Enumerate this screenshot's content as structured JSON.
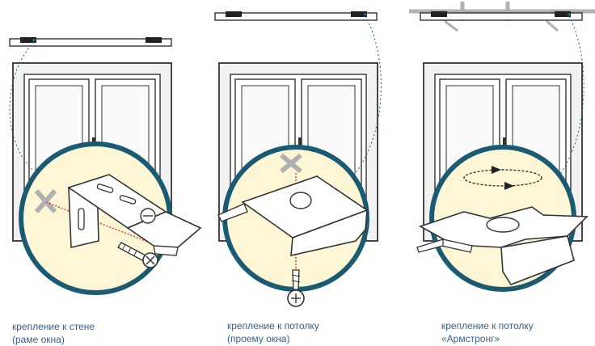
{
  "panels": [
    {
      "id": "wall",
      "caption": [
        "крепление к стене",
        "(раме окна)"
      ]
    },
    {
      "id": "ceiling",
      "caption": [
        "крепление к потолку",
        "(проему окна)"
      ]
    },
    {
      "id": "armstrong",
      "caption": [
        "крепление к потолку",
        "«Армстронг»"
      ]
    }
  ],
  "colors": {
    "outline": "#333333",
    "frame_fill": "#f2f2f2",
    "circle_ring": "#1a5a73",
    "circle_fill": "#fdf7d6",
    "guide_line": "#1a5a73",
    "marker_red": "#e0353c",
    "x_mark": "#b0b0b0",
    "caption_text": "#3a5f8f"
  },
  "icons": [
    "window-icon",
    "rail-icon",
    "bracket-icon",
    "screw-icon",
    "x-mark-icon",
    "rotation-arrow-icon"
  ]
}
